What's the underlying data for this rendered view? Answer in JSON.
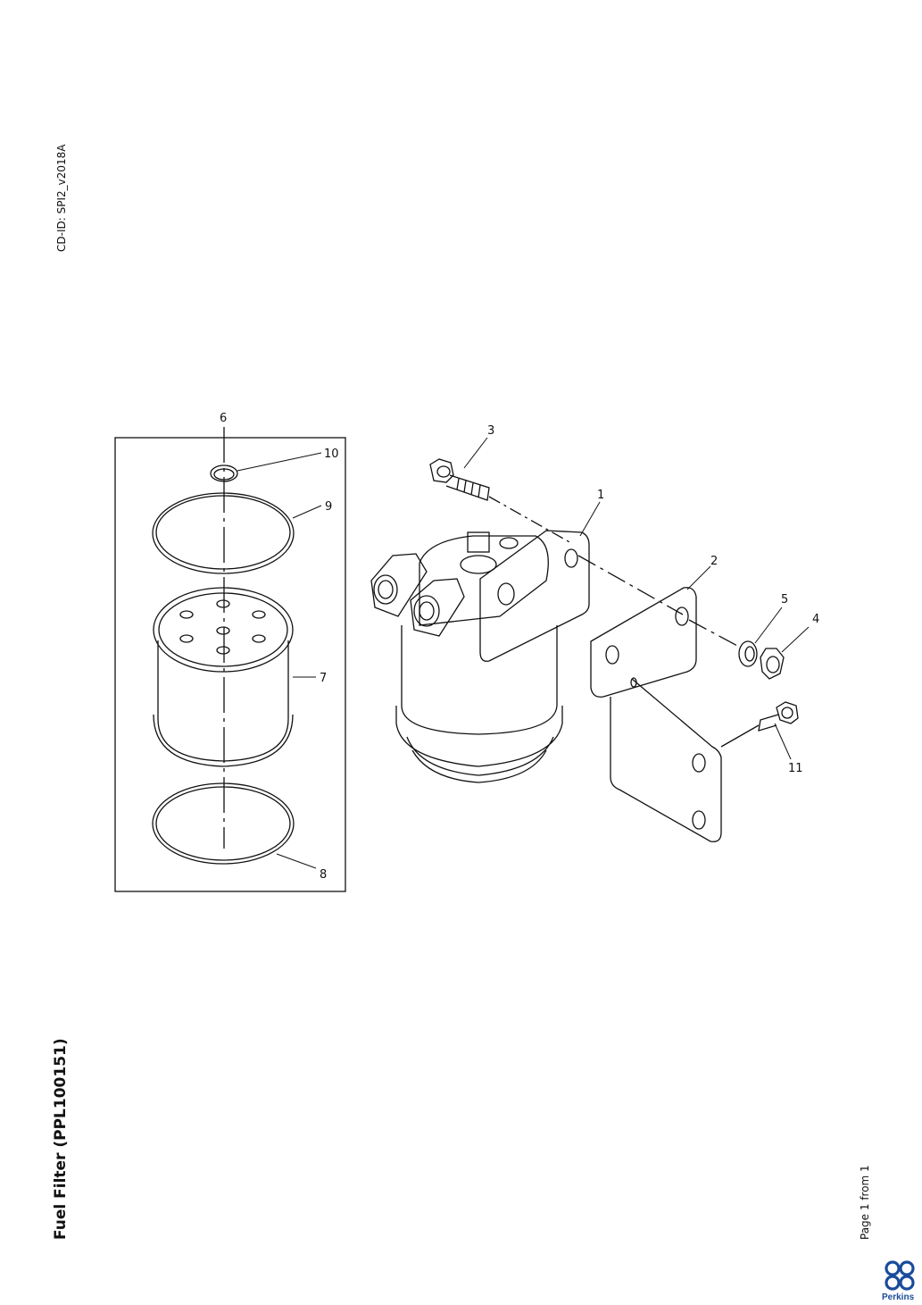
{
  "page": {
    "cd_id": "CD-ID: SPI2_v2018A",
    "title": "Fuel Filter (PPL100151)",
    "page_number": "Page 1 from 1"
  },
  "logo": {
    "text": "Perkins",
    "color": "#1a4b9b"
  },
  "callouts": [
    "1",
    "2",
    "3",
    "4",
    "5",
    "6",
    "7",
    "8",
    "9",
    "10",
    "11"
  ]
}
